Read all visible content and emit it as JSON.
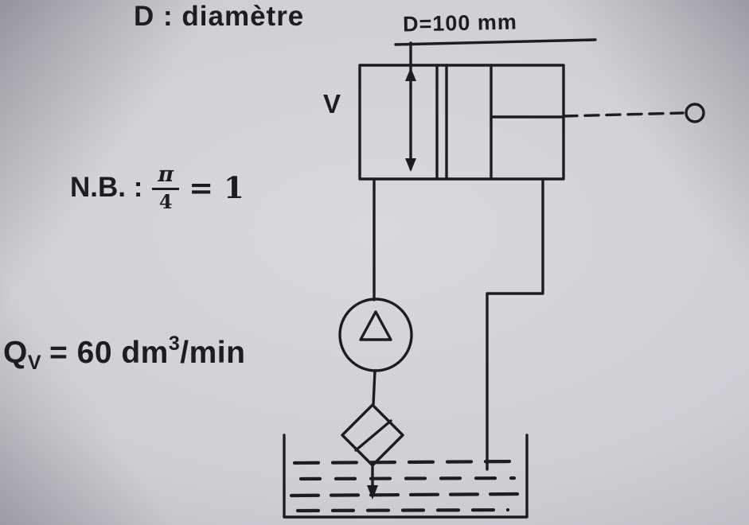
{
  "colors": {
    "ink": "#1d1d20",
    "paper-center": "#d9d8de",
    "paper-edge": "#97969e"
  },
  "labels": {
    "diameter_caption": "D : diamètre",
    "diameter_value": "D=100 mm",
    "cylinder_velocity": "V",
    "note_prefix": "N.B. :",
    "note_fraction_numerator": "π",
    "note_fraction_denominator": "4",
    "note_result": "= 1",
    "flow_symbol": "Q",
    "flow_subscript": "V",
    "flow_value": "= 60 dm",
    "flow_exponent": "3",
    "flow_unit": "/min"
  },
  "diagram": {
    "symbols": [
      "hydraulic-cylinder",
      "piston",
      "piston-rod",
      "rod-end-eye",
      "bore-dimension-arrow",
      "pump",
      "suction-filter",
      "reservoir-tank",
      "supply-line",
      "return-line",
      "tank-liquid"
    ]
  }
}
